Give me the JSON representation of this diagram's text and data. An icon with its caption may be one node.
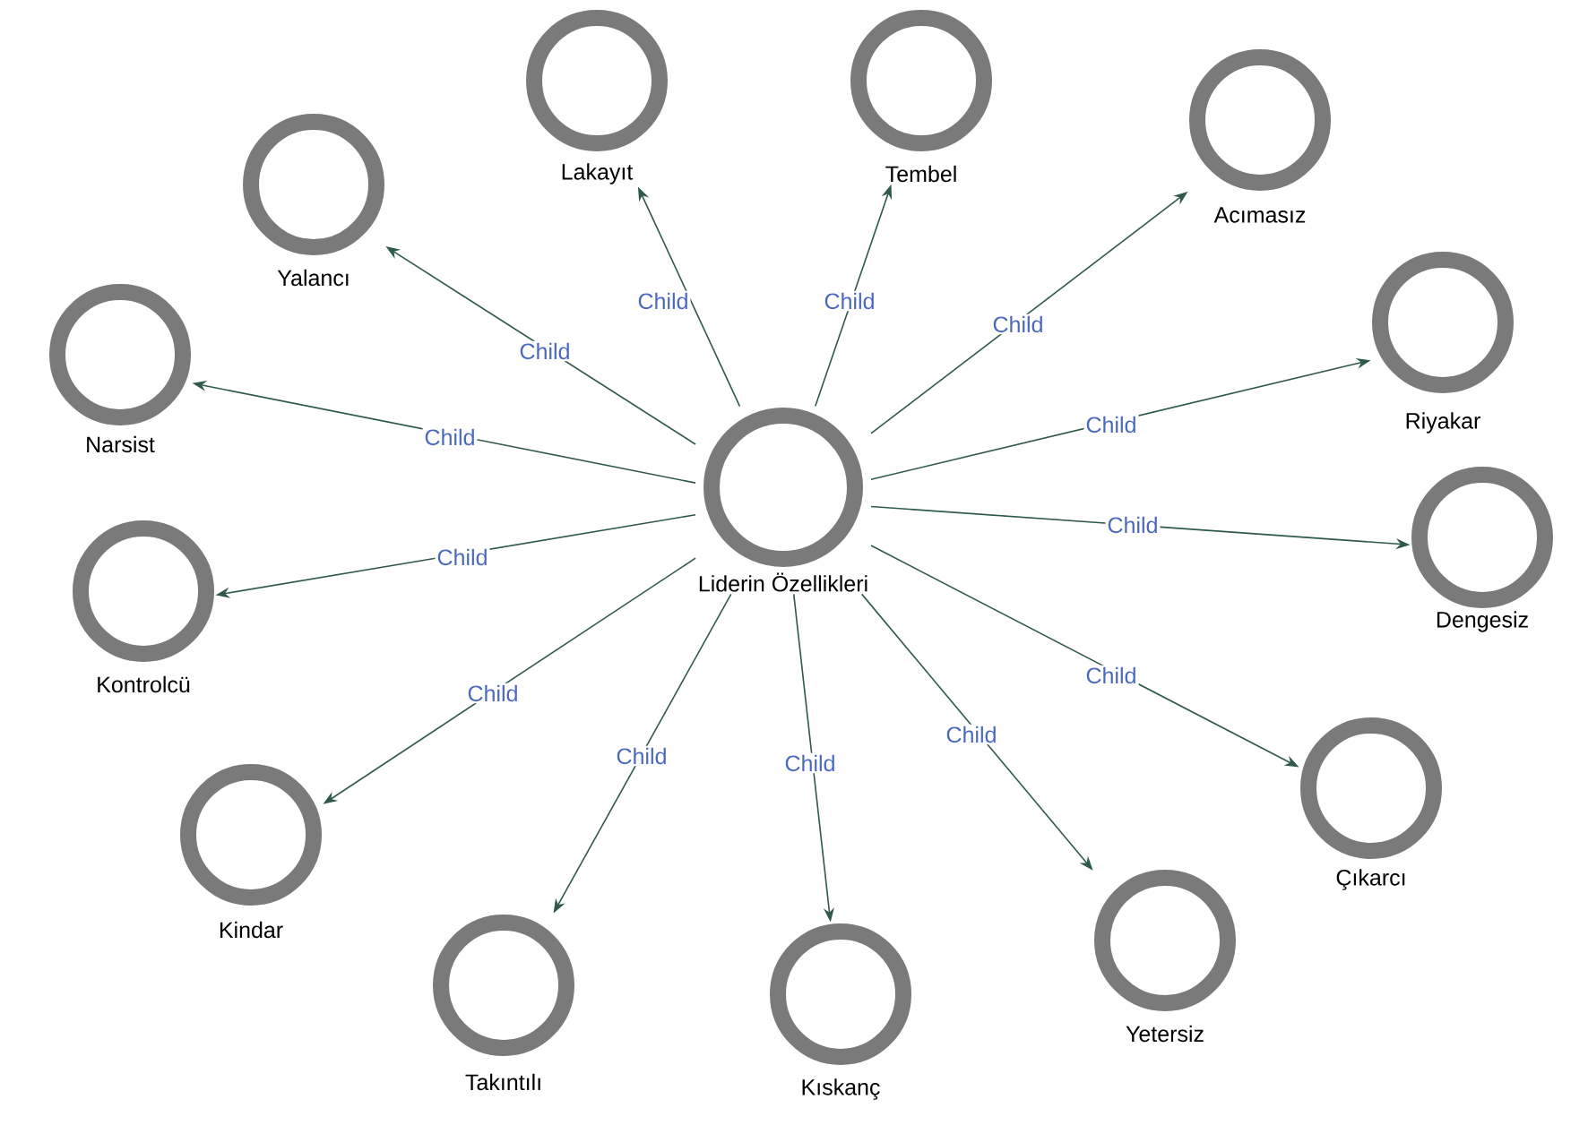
{
  "diagram": {
    "nodes": [
      {
        "text": [
          "Liderin Özellikleri"
        ]
      },
      {
        "text": [
          "Lakayıt"
        ]
      },
      {
        "text": [
          "Tembel"
        ]
      },
      {
        "text": [
          "Acımasız"
        ]
      },
      {
        "text": [
          "Yalancı"
        ]
      },
      {
        "text": [
          "Narsist"
        ]
      },
      {
        "text": [
          "Riyakar"
        ]
      },
      {
        "text": [
          "Dengesiz"
        ]
      },
      {
        "text": [
          "Kontrolcü"
        ]
      },
      {
        "text": [
          "Çıkarcı"
        ]
      },
      {
        "text": [
          "Kindar"
        ]
      },
      {
        "text": [
          "Yetersiz"
        ]
      },
      {
        "text": [
          "Takıntılı"
        ]
      },
      {
        "text": [
          "Kıskanç"
        ]
      }
    ],
    "edges": [
      {
        "from": 0,
        "to": 1,
        "arrow": "to",
        "label": "Child"
      },
      {
        "from": 0,
        "to": 2,
        "arrow": "to",
        "label": "Child"
      },
      {
        "from": 0,
        "to": 3,
        "arrow": "to",
        "label": "Child"
      },
      {
        "from": 0,
        "to": 4,
        "arrow": "to",
        "label": "Child"
      },
      {
        "from": 0,
        "to": 5,
        "arrow": "to",
        "label": "Child"
      },
      {
        "from": 0,
        "to": 6,
        "arrow": "to",
        "label": "Child"
      },
      {
        "from": 0,
        "to": 7,
        "arrow": "to",
        "label": "Child"
      },
      {
        "from": 0,
        "to": 8,
        "arrow": "to",
        "label": "Child"
      },
      {
        "from": 0,
        "to": 9,
        "arrow": "to",
        "label": "Child"
      },
      {
        "from": 0,
        "to": 10,
        "arrow": "to",
        "label": "Child"
      },
      {
        "from": 0,
        "to": 11,
        "arrow": "to",
        "label": "Child"
      },
      {
        "from": 0,
        "to": 12,
        "arrow": "to",
        "label": "Child"
      },
      {
        "from": 0,
        "to": 13,
        "arrow": "to",
        "label": "Child"
      }
    ]
  }
}
